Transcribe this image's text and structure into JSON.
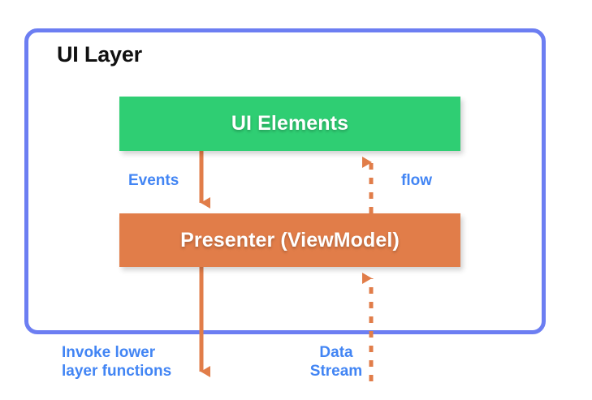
{
  "diagram": {
    "title": "UI Layer",
    "nodes": [
      {
        "id": "ui-elements",
        "label": "UI Elements",
        "color": "#2FCE73"
      },
      {
        "id": "presenter",
        "label": "Presenter (ViewModel)",
        "color": "#E17D49"
      }
    ],
    "edges": [
      {
        "id": "events",
        "label": "Events",
        "style": "solid",
        "direction": "down",
        "from": "ui-elements",
        "to": "presenter"
      },
      {
        "id": "flow",
        "label": "flow",
        "style": "dashed",
        "direction": "up",
        "from": "presenter",
        "to": "ui-elements"
      },
      {
        "id": "invoke-lower-layer-functions",
        "label": "Invoke lower\nlayer functions",
        "style": "solid",
        "direction": "down",
        "from": "presenter",
        "to": "lower-layer"
      },
      {
        "id": "data-stream",
        "label": "Data\nStream",
        "style": "dashed",
        "direction": "up",
        "from": "lower-layer",
        "to": "presenter"
      }
    ],
    "colors": {
      "container_border": "#6C7EF2",
      "node_green": "#2FCE73",
      "node_orange": "#E17D49",
      "arrow": "#E17D49",
      "label_blue": "#4285F4",
      "title": "#111111",
      "background": "#FFFFFF"
    }
  }
}
